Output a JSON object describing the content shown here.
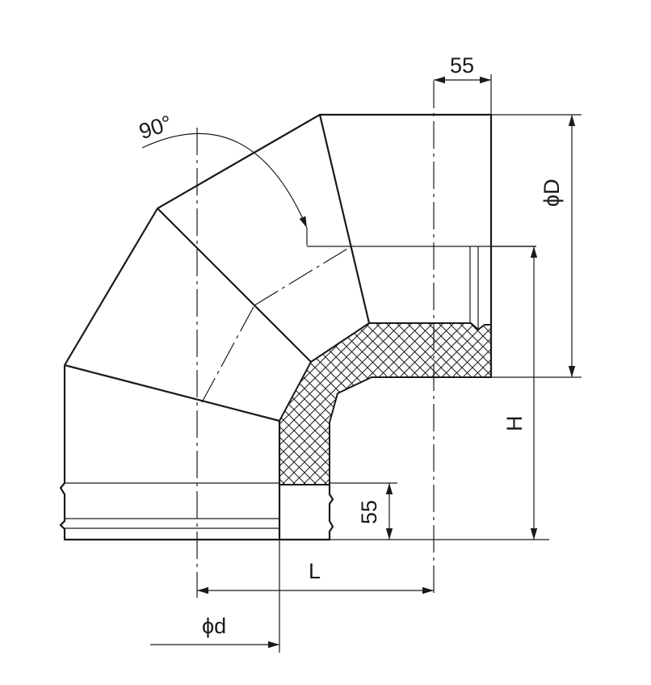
{
  "diagram": {
    "labels": {
      "angle": "90°",
      "top_length": "55",
      "outer_diameter": "ϕD",
      "height": "H",
      "bottom_length": "55",
      "length": "L",
      "inner_diameter": "ϕd"
    },
    "colors": {
      "line": "#1a1a1a",
      "background": "#ffffff"
    }
  }
}
